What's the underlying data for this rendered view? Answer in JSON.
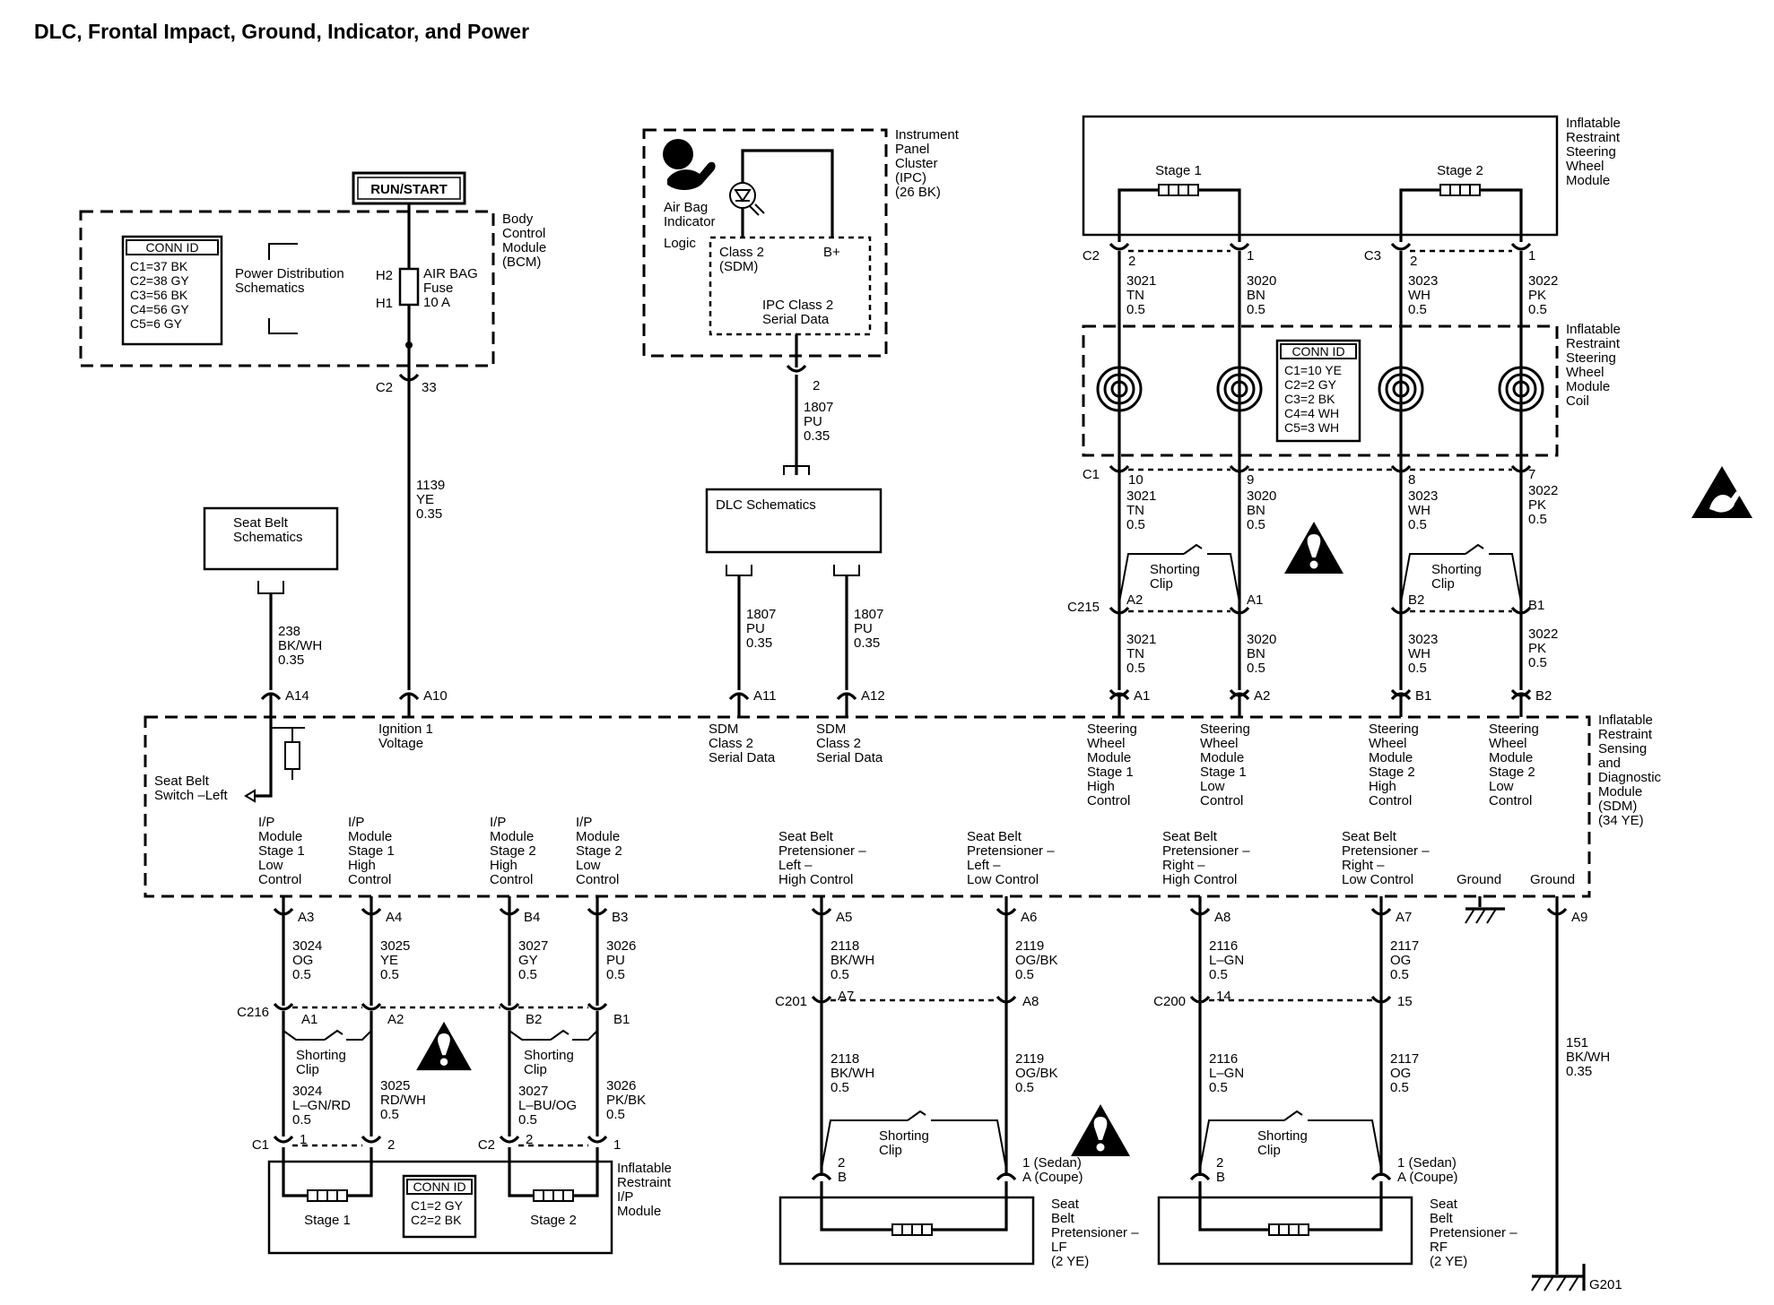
{
  "title": "DLC, Frontal Impact, Ground, Indicator, and Power",
  "warning_icon": "warning-triangle-icon",
  "bcm": {
    "power_label": "RUN/START",
    "name_lines": [
      "Body",
      "Control",
      "Module",
      "(BCM)"
    ],
    "conn_id_title": "CONN ID",
    "conn_ids": [
      "C1=37 BK",
      "C2=38 GY",
      "C3=56 BK",
      "C4=56 GY",
      "C5=6 GY"
    ],
    "power_dist_lines": [
      "Power Distribution",
      "Schematics"
    ],
    "fuse_pins": [
      "H2",
      "H1"
    ],
    "fuse_lines": [
      "AIR BAG",
      "Fuse",
      "10 A"
    ],
    "conn": "C2",
    "pin": "33"
  },
  "ipc": {
    "name_lines": [
      "Instrument",
      "Panel",
      "Cluster",
      "(IPC)",
      "(26 BK)"
    ],
    "indicator_lines": [
      "Air Bag",
      "Indicator"
    ],
    "logic_label": "Logic",
    "class2_lines": [
      "Class 2",
      "(SDM)"
    ],
    "bplus": "B+",
    "serial_lines": [
      "IPC Class 2",
      "Serial Data"
    ],
    "pin": "2"
  },
  "dlc": {
    "name": "DLC Schematics",
    "wire_top": [
      "1807",
      "PU",
      "0.35"
    ],
    "wire_left": [
      "1807",
      "PU",
      "0.35"
    ],
    "wire_right": [
      "1807",
      "PU",
      "0.35"
    ]
  },
  "seatbelt_sch": {
    "name_lines": [
      "Seat Belt",
      "Schematics"
    ],
    "wire": [
      "238",
      "BK/WH",
      "0.35"
    ]
  },
  "bcm_wire": [
    "1139",
    "YE",
    "0.35"
  ],
  "steering_module": {
    "name_lines": [
      "Inflatable",
      "Restraint",
      "Steering",
      "Wheel",
      "Module"
    ],
    "stage1": "Stage 1",
    "stage2": "Stage 2",
    "conn_a": "C2",
    "conn_b": "C3",
    "pins": [
      "2",
      "1",
      "2",
      "1"
    ]
  },
  "coil": {
    "name_lines": [
      "Inflatable",
      "Restraint",
      "Steering",
      "Wheel",
      "Module",
      "Coil"
    ],
    "conn_id_title": "CONN ID",
    "conn_ids": [
      "C1=10 YE",
      "C2=2 GY",
      "C3=2 BK",
      "C4=4 WH",
      "C5=3 WH"
    ],
    "conn": "C1",
    "pins_bottom": [
      "10",
      "9",
      "8",
      "7"
    ]
  },
  "steering_wires": [
    [
      "3021",
      "TN",
      "0.5"
    ],
    [
      "3020",
      "BN",
      "0.5"
    ],
    [
      "3023",
      "WH",
      "0.5"
    ],
    [
      "3022",
      "PK",
      "0.5"
    ]
  ],
  "shorting_clip": [
    "Shorting",
    "Clip"
  ],
  "c215": {
    "conn": "C215",
    "pins": [
      "A2",
      "A1",
      "B2",
      "B1"
    ]
  },
  "sdm": {
    "name_lines": [
      "Inflatable",
      "Restraint",
      "Sensing",
      "and",
      "Diagnostic",
      "Module",
      "(SDM)",
      "(34 YE)"
    ],
    "top_pins": [
      "A14",
      "A10",
      "A11",
      "A12",
      "A1",
      "A2",
      "B1",
      "B2"
    ],
    "ignition_lines": [
      "Ignition 1",
      "Voltage"
    ],
    "sdm_serial_lines": [
      "SDM",
      "Class 2",
      "Serial Data"
    ],
    "seat_belt_switch_lines": [
      "Seat Belt",
      "Switch –Left"
    ],
    "sw_labels": [
      [
        "Steering",
        "Wheel",
        "Module",
        "Stage 1",
        "High",
        "Control"
      ],
      [
        "Steering",
        "Wheel",
        "Module",
        "Stage 1",
        "Low",
        "Control"
      ],
      [
        "Steering",
        "Wheel",
        "Module",
        "Stage 2",
        "High",
        "Control"
      ],
      [
        "Steering",
        "Wheel",
        "Module",
        "Stage 2",
        "Low",
        "Control"
      ]
    ],
    "ip_labels": [
      [
        "I/P",
        "Module",
        "Stage 1",
        "Low",
        "Control"
      ],
      [
        "I/P",
        "Module",
        "Stage 1",
        "High",
        "Control"
      ],
      [
        "I/P",
        "Module",
        "Stage 2",
        "High",
        "Control"
      ],
      [
        "I/P",
        "Module",
        "Stage 2",
        "Low",
        "Control"
      ]
    ],
    "pret_labels": [
      [
        "Seat Belt",
        "Pretensioner –",
        "Left –",
        "High Control"
      ],
      [
        "Seat Belt",
        "Pretensioner –",
        "Left –",
        "Low Control"
      ],
      [
        "Seat Belt",
        "Pretensioner –",
        "Right –",
        "High Control"
      ],
      [
        "Seat Belt",
        "Pretensioner –",
        "Right –",
        "Low Control"
      ]
    ],
    "ground_label": "Ground",
    "bottom_pins": [
      "A3",
      "A4",
      "B4",
      "B3",
      "A5",
      "A6",
      "A8",
      "A7",
      "A9"
    ]
  },
  "ip_wires_top": [
    [
      "3024",
      "OG",
      "0.5"
    ],
    [
      "3025",
      "YE",
      "0.5"
    ],
    [
      "3027",
      "GY",
      "0.5"
    ],
    [
      "3026",
      "PU",
      "0.5"
    ]
  ],
  "c216": {
    "conn": "C216",
    "pins": [
      "A1",
      "A2",
      "B2",
      "B1"
    ]
  },
  "ip_wires_bottom": [
    [
      "3024",
      "L–GN/RD",
      "0.5"
    ],
    [
      "3025",
      "RD/WH",
      "0.5"
    ],
    [
      "3027",
      "L–BU/OG",
      "0.5"
    ],
    [
      "3026",
      "PK/BK",
      "0.5"
    ]
  ],
  "ip_module": {
    "name_lines": [
      "Inflatable",
      "Restraint",
      "I/P",
      "Module"
    ],
    "conn_a": "C1",
    "conn_b": "C2",
    "pins": [
      "1",
      "2",
      "2",
      "1"
    ],
    "stage1": "Stage 1",
    "stage2": "Stage 2",
    "conn_id_title": "CONN ID",
    "conn_ids": [
      "C1=2 GY",
      "C2=2 BK"
    ]
  },
  "pret_wires_top": [
    [
      "2118",
      "BK/WH",
      "0.5"
    ],
    [
      "2119",
      "OG/BK",
      "0.5"
    ],
    [
      "2116",
      "L–GN",
      "0.5"
    ],
    [
      "2117",
      "OG",
      "0.5"
    ]
  ],
  "c201": {
    "conn": "C201",
    "pins": [
      "A7",
      "A8"
    ]
  },
  "c200": {
    "conn": "C200",
    "pins": [
      "14",
      "15"
    ]
  },
  "pret_wires_bottom": [
    [
      "2118",
      "BK/WH",
      "0.5"
    ],
    [
      "2119",
      "OG/BK",
      "0.5"
    ],
    [
      "2116",
      "L–GN",
      "0.5"
    ],
    [
      "2117",
      "OG",
      "0.5"
    ]
  ],
  "pret_pins": [
    [
      "2",
      "B"
    ],
    [
      "1 (Sedan)",
      "A (Coupe)"
    ]
  ],
  "pret_lf": {
    "name_lines": [
      "Seat",
      "Belt",
      "Pretensioner –",
      "LF",
      "(2 YE)"
    ]
  },
  "pret_rf": {
    "name_lines": [
      "Seat",
      "Belt",
      "Pretensioner –",
      "RF",
      "(2 YE)"
    ]
  },
  "ground_wire": [
    "151",
    "BK/WH",
    "0.35"
  ],
  "ground_point": "G201",
  "esd_icon": "esd-sensitive-icon"
}
